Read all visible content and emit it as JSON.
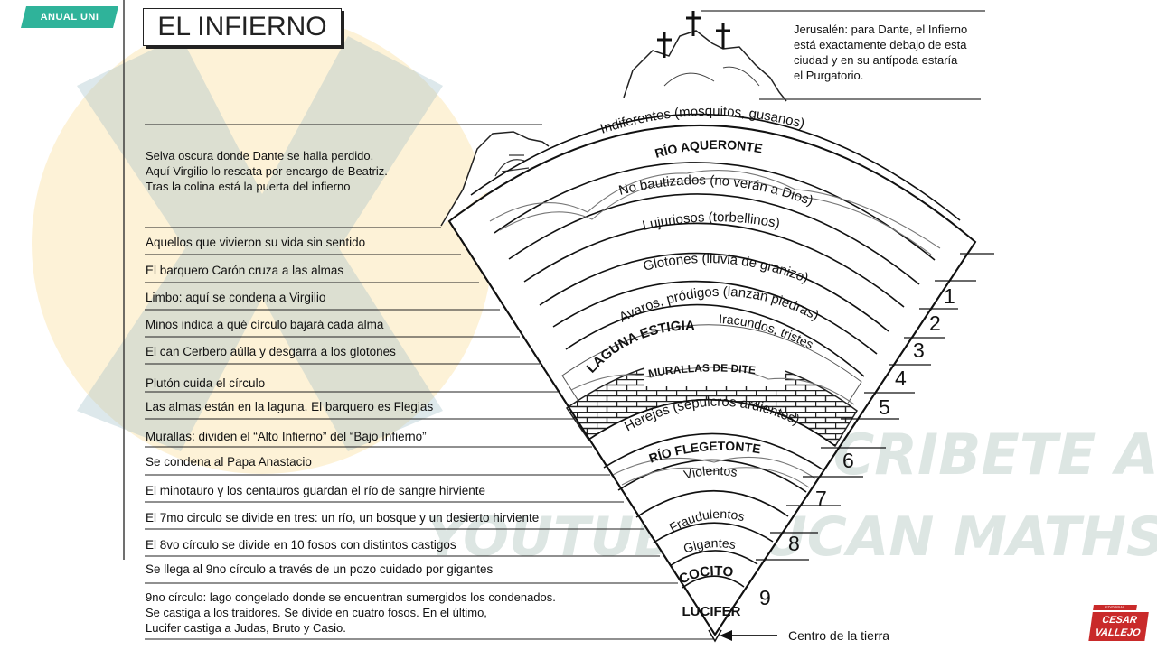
{
  "badge": "ANUAL UNI",
  "title": "EL INFIERNO",
  "jerusalem_note": [
    "Jerusalén: para Dante, el Infierno",
    "está exactamente debajo de esta",
    "ciudad y en su antípoda estaría",
    "el Purgatorio."
  ],
  "selva_note": [
    "Selva oscura donde Dante se halla perdido.",
    "Aquí Virgilio lo rescata por encargo de Beatriz.",
    "Tras la colina está la puerta del infierno"
  ],
  "left_labels": [
    "Aquellos que vivieron su vida sin sentido",
    "El barquero Carón cruza a las almas",
    "Limbo: aquí se condena a Virgilio",
    "Minos indica a qué círculo bajará cada alma",
    "El can Cerbero aúlla y desgarra a los glotones",
    "Plutón cuida el círculo",
    "Las almas están en la laguna. El barquero es Flegias",
    "Murallas: dividen el “Alto Infierno” del “Bajo Infierno”",
    "Se condena al Papa Anastacio",
    "El minotauro y los centauros guardan el río de sangre hirviente",
    "El 7mo circulo se divide en tres: un río, un bosque y un desierto hirviente",
    "El 8vo círculo se divide en 10 fosos con distintos castigos",
    "Se llega al 9no círculo a través de un pozo cuidado por gigantes"
  ],
  "bottom_note": [
    "9no círculo: lago congelado donde se encuentran sumergidos los condenados.",
    "Se castiga a los traidores. Se divide en cuatro fosos. En el último,",
    "Lucifer castiga a Judas, Bruto y Casio."
  ],
  "bands": {
    "indiferentes": "Indiferentes (mosquitos, gusanos)",
    "aqueronte": "RÍO AQUERONTE",
    "no_bautizados": "No bautizados (no verán a Dios)",
    "lujuriosos": "Lujuriosos (torbellinos)",
    "glotones": "Glotones (lluvia de granizo)",
    "avaros": "Avaros, pródigos (lanzan piedras)",
    "estigia": "LAGUNA ESTIGIA",
    "iracundos": "Iracundos, tristes",
    "murallas": "MURALLAS DE DITE",
    "herejes": "Herejes (sepulcros ardientes)",
    "flegetonte": "RÍO FLEGETONTE",
    "violentos": "Violentos",
    "fraudulentos": "Fraudulentos",
    "gigantes": "Gigantes",
    "cocito": "COCITO",
    "lucifer": "LUCIFER"
  },
  "circle_numbers": [
    "1",
    "2",
    "3",
    "4",
    "5",
    "6",
    "7",
    "8",
    "9"
  ],
  "centro": "Centro de la tierra",
  "logo": {
    "top": "EDITORIAL",
    "line1": "CESAR",
    "line2": "VALLEJO"
  },
  "watermark": {
    "line1": "SUSCRIBETE A:",
    "line2": "YOUTUBE LUCAN MATHS"
  }
}
